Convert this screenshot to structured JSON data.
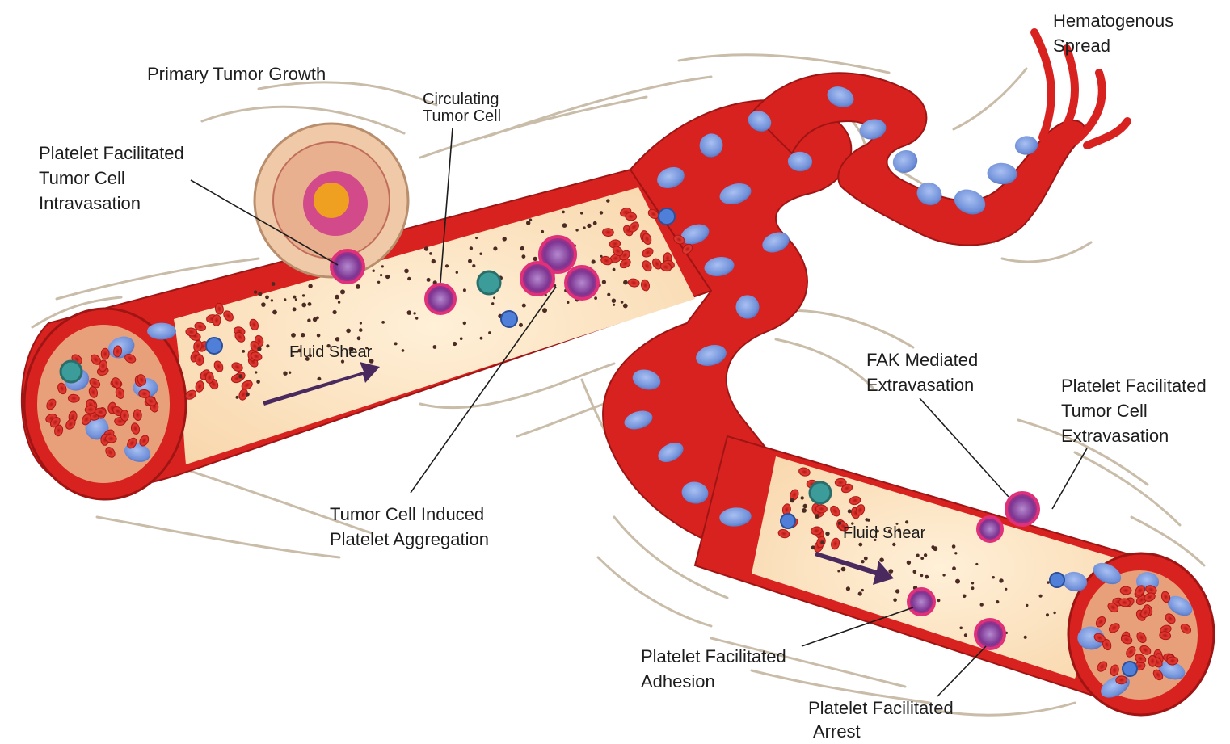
{
  "labels": {
    "hematogenous_spread": [
      "Hematogenous",
      "Spread"
    ],
    "primary_tumor_growth": "Primary Tumor Growth",
    "circulating_tumor_cell": [
      "Circulating",
      "Tumor Cell"
    ],
    "platelet_intravasation": [
      "Platelet Facilitated",
      "Tumor Cell",
      "Intravasation"
    ],
    "fluid_shear_1": "Fluid Shear",
    "fluid_shear_2": "Fluid Shear",
    "fak_extravasation": [
      "FAK Mediated",
      "Extravasation"
    ],
    "platelet_extravasation": [
      "Platelet Facilitated",
      "Tumor Cell",
      "Extravasation"
    ],
    "tumor_platelet_aggregation": [
      "Tumor Cell Induced",
      "Platelet Aggregation"
    ],
    "platelet_adhesion": [
      "Platelet Facilitated",
      "Adhesion"
    ],
    "platelet_arrest": [
      "Platelet Facilitated",
      "Arrest"
    ]
  },
  "colors": {
    "vessel_wall": "#d8221f",
    "vessel_wall_dark": "#9e1514",
    "lumen": "#fde3bf",
    "nucleus": "#6f8fd8",
    "tumor_cell": "#8a3a9a",
    "tumor_rim": "#e0307a",
    "teal_cell": "#3b9c9a",
    "arrow": "#4a2a5e",
    "fiber": "#c9bca8",
    "leader_line": "#1d1d1d",
    "platelet_dot": "#4a2a22"
  }
}
